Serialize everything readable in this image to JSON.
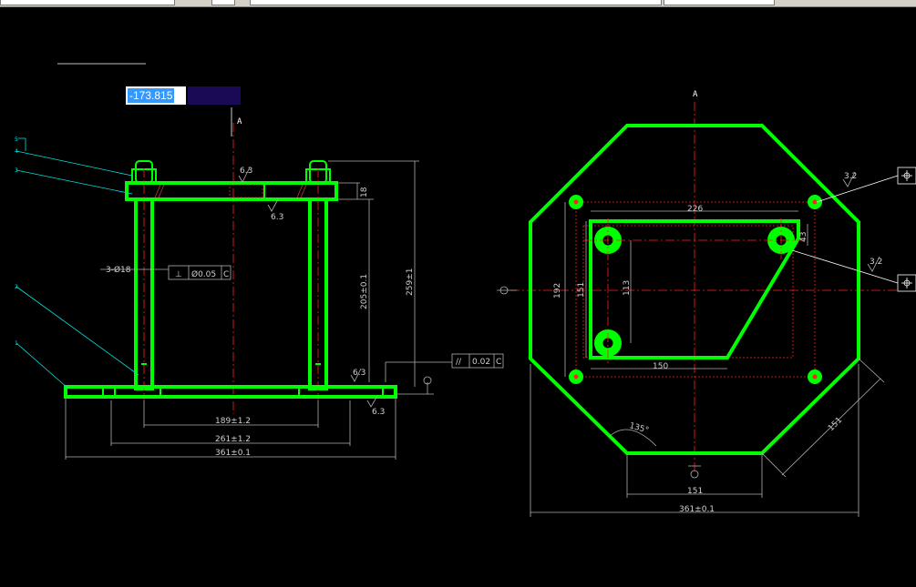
{
  "window": {
    "coord_input_value": "-173.815"
  },
  "drawing": {
    "front_view": {
      "section_arrow": "A",
      "hole_spec": "3-Ø18",
      "perp_tol_symbol": "⊥",
      "perp_tol_value": "Ø0.05",
      "perp_tol_datum": "C",
      "para_tol_symbol": "//",
      "para_tol_value": "0.02",
      "para_tol_datum": "C",
      "rough_top": "6.3",
      "rough_mid": "6.3",
      "rough_right": "6.3",
      "rough_bottom": "6.3",
      "dim_height_total": "259±1",
      "dim_height_inner": "205±0.1",
      "dim_plate_thk": "18",
      "dim_189": "189±1.2",
      "dim_261": "261±1.2",
      "dim_361": "361±0.1",
      "balloons": [
        "5",
        "4",
        "3",
        "2",
        "1"
      ]
    },
    "top_view": {
      "section_arrow": "A",
      "dim_226": "226",
      "dim_150": "150",
      "dim_192": "192",
      "dim_151": "151",
      "dim_113": "113",
      "dim_43": "43",
      "dim_151_bottom": "151",
      "dim_151_diag": "151",
      "dim_361": "361±0.1",
      "angle": "135°",
      "rough_1": "3.2",
      "rough_2": "3.2"
    }
  },
  "colors": {
    "background": "#000000",
    "geometry": "#00ff00",
    "centerline": "#ff2020",
    "leader": "#00e0e0",
    "dimension": "#b0b0b0",
    "selection": "#3399ff"
  }
}
